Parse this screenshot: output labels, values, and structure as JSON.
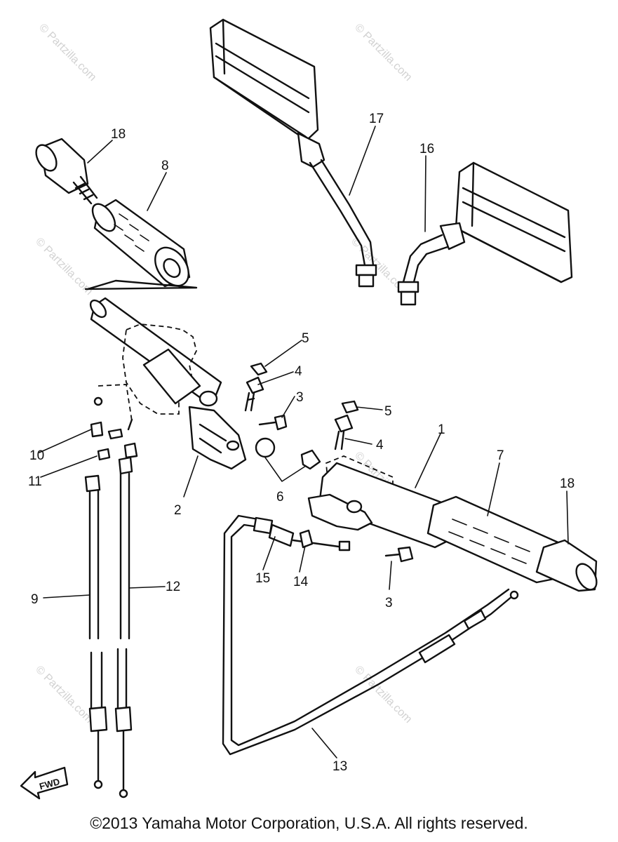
{
  "callouts": {
    "c1": "1",
    "c2": "2",
    "c3a": "3",
    "c3b": "3",
    "c4a": "4",
    "c4b": "4",
    "c5a": "5",
    "c5b": "5",
    "c6": "6",
    "c7": "7",
    "c8": "8",
    "c9": "9",
    "c10": "10",
    "c11": "11",
    "c12": "12",
    "c13": "13",
    "c14": "14",
    "c15": "15",
    "c16": "16",
    "c17": "17",
    "c18a": "18",
    "c18b": "18"
  },
  "fwd_label": "FWD",
  "watermark": "© Partzilla.com",
  "copyright": "©2013 Yamaha Motor Corporation, U.S.A. All rights reserved."
}
